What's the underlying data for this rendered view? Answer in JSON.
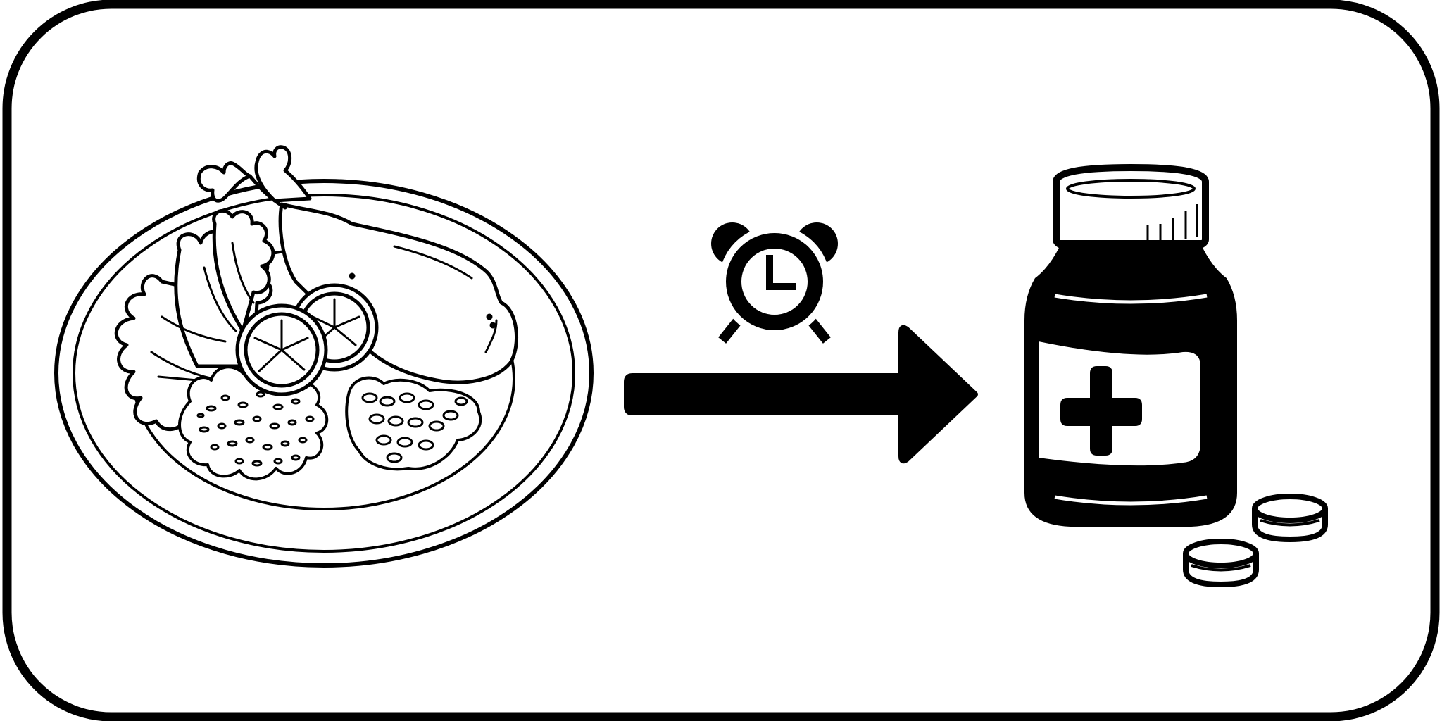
{
  "diagram": {
    "type": "pictogram",
    "meaning_steps": [
      "meal",
      "wait",
      "medicine"
    ],
    "stroke_color": "#000000",
    "fill_color": "#ffffff",
    "icons": {
      "meal": "plate-with-food-icon",
      "wait": "alarm-clock-icon",
      "flow": "right-arrow-icon",
      "medicine": "medicine-bottle-icon",
      "pills": "pills-icon"
    }
  }
}
